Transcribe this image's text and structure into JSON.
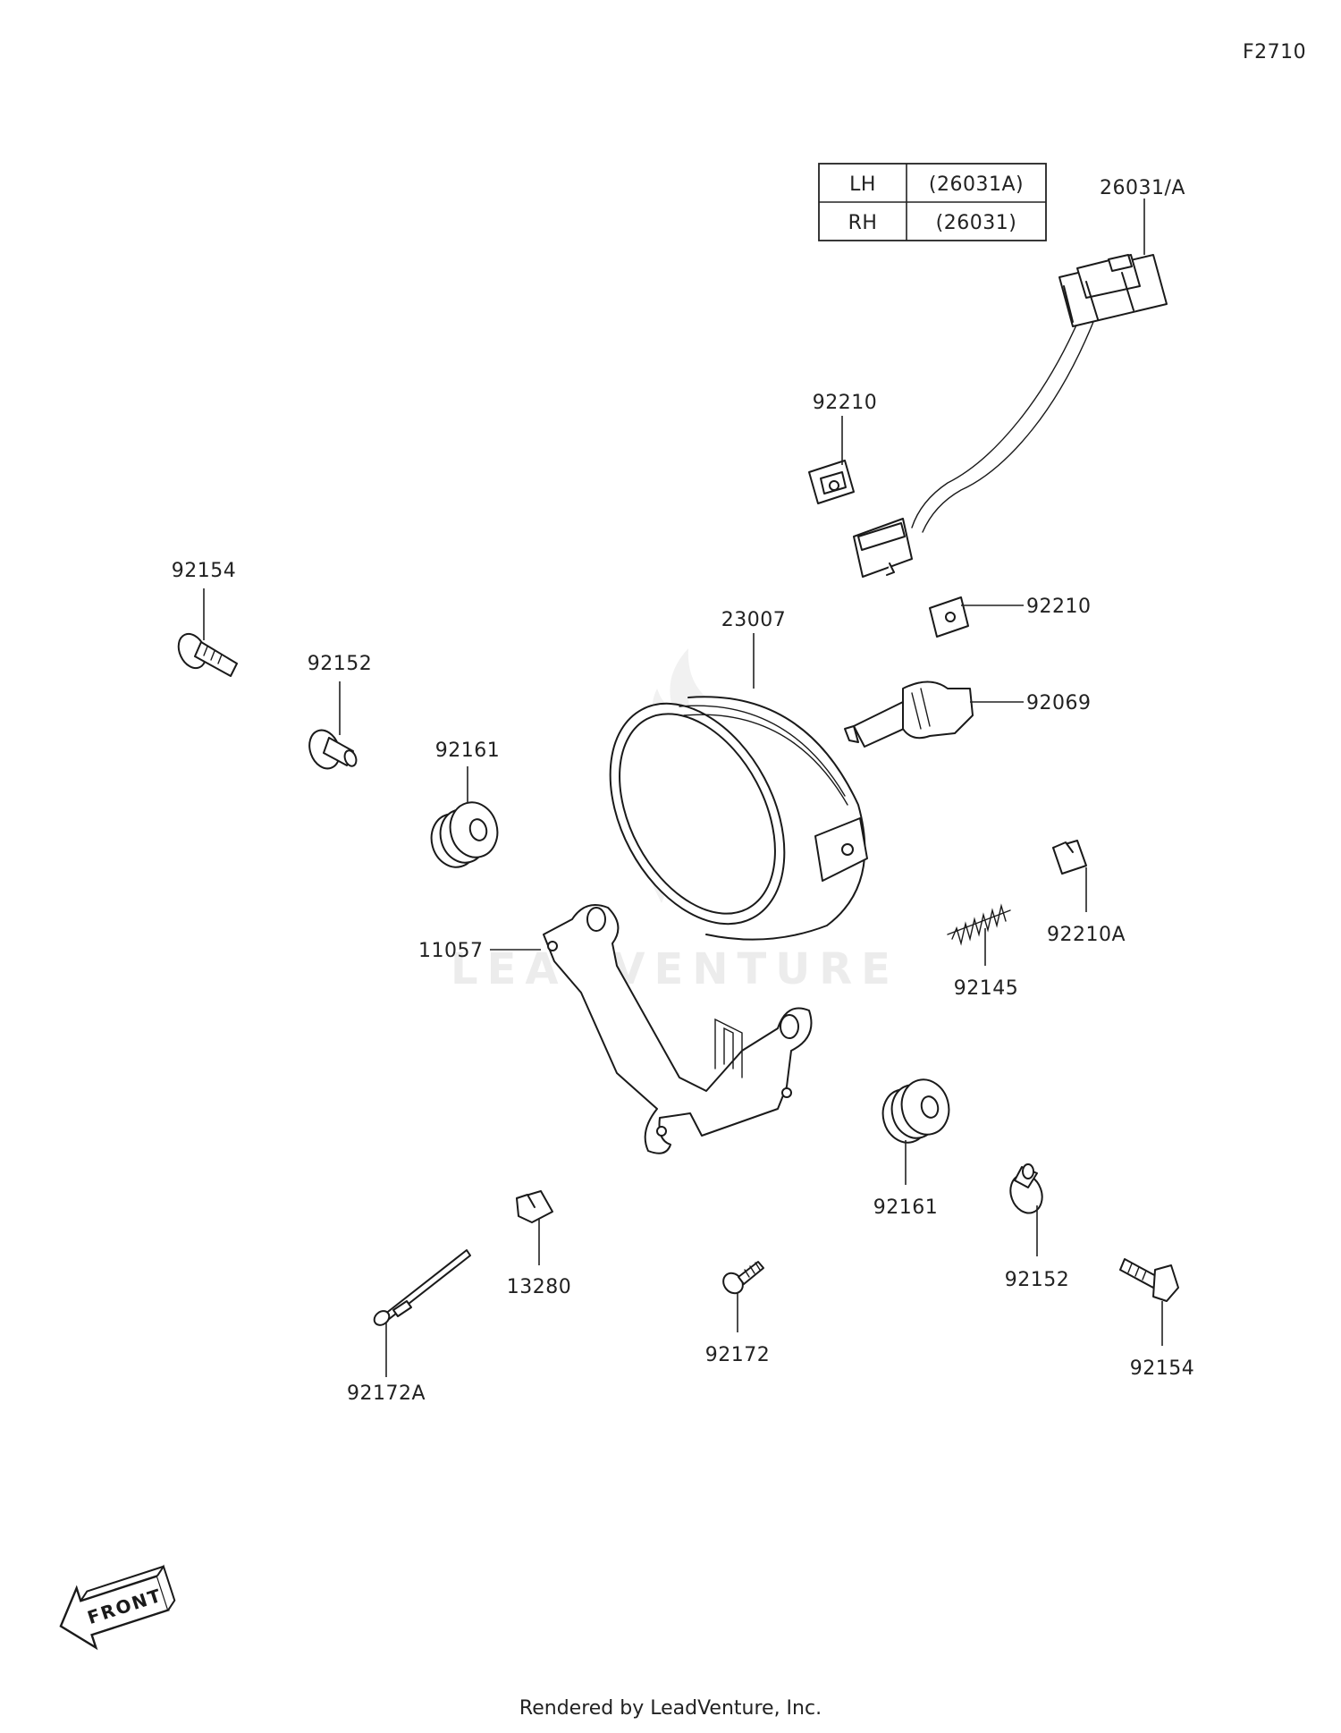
{
  "diagram_id": "F2710",
  "table": {
    "rows": [
      {
        "side": "LH",
        "part": "(26031A)"
      },
      {
        "side": "RH",
        "part": "(26031)"
      }
    ]
  },
  "labels": {
    "harness": "26031/A",
    "clip_upper": "92210",
    "clip_right": "92210",
    "bolt_left": "92154",
    "collar_left": "92152",
    "grommet_left": "92161",
    "lamp": "23007",
    "bulb": "92069",
    "clip_a": "92210A",
    "spring": "92145",
    "bracket": "11057",
    "grommet_right": "92161",
    "nut": "13280",
    "screw_long": "92172A",
    "screw": "92172",
    "collar_right": "92152",
    "bolt_right": "92154"
  },
  "watermark": "LEADVENTURE",
  "front_arrow": "FRONT",
  "footer": "Rendered by LeadVenture, Inc."
}
